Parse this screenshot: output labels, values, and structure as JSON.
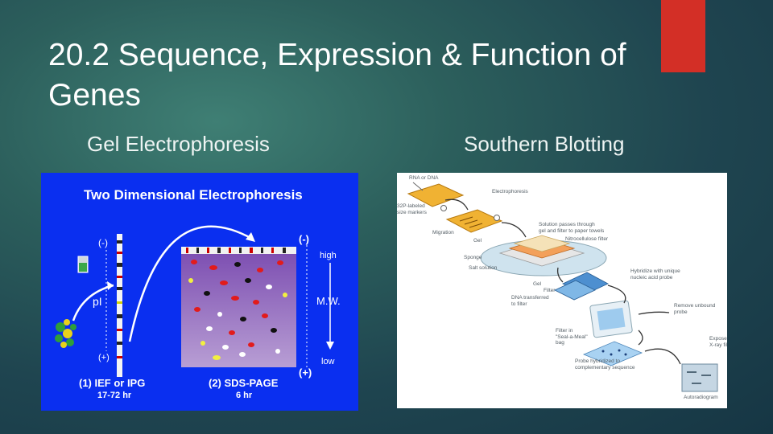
{
  "slide": {
    "title": "20.2 Sequence, Expression & Function of Genes",
    "left_heading": "Gel Electrophoresis",
    "right_heading": "Southern Blotting",
    "accent_color": "#d32f26"
  },
  "electrophoresis_figure": {
    "title": "Two Dimensional Electrophoresis",
    "first_dim_minus": "(-)",
    "first_dim_plus": "(+)",
    "pi_label": "pI",
    "second_dim_minus": "(-)",
    "second_dim_plus": "(+)",
    "high_label": "high",
    "mw_label": "M.W.",
    "low_label": "low",
    "step1_label": "(1) IEF or IPG",
    "step1_time": "17-72 hr",
    "step2_label": "(2) SDS-PAGE",
    "step2_time": "6 hr",
    "background_color": "#0a2ff0"
  },
  "southern_blot_figure": {
    "labels": {
      "rna_or_dna": "RNA or DNA",
      "labeled_markers": "32P-labeled\nsize markers",
      "electrophoresis": "Electrophoresis",
      "migration": "Migration",
      "solution_passes": "Solution passes through\ngel and filter to paper towels",
      "gel": "Gel",
      "nitrocellulose": "Nitrocellulose filter",
      "sponge": "Sponge",
      "salt_solution": "Salt solution",
      "hybridize": "Hybridize with unique\nnucleic acid probe",
      "gel_2": "Gel",
      "filter": "Filter",
      "dna_transferred": "DNA transferred\nto filter",
      "remove_unbound": "Remove unbound\nprobe",
      "filter_in_bag": "Filter in\n\"Seal-a-Meal\"\nbag",
      "expose": "Expose to\nX-ray film",
      "probe_hybridized": "Probe hybridized to\ncomplementary sequence",
      "autoradiogram": "Autoradiogram"
    }
  }
}
